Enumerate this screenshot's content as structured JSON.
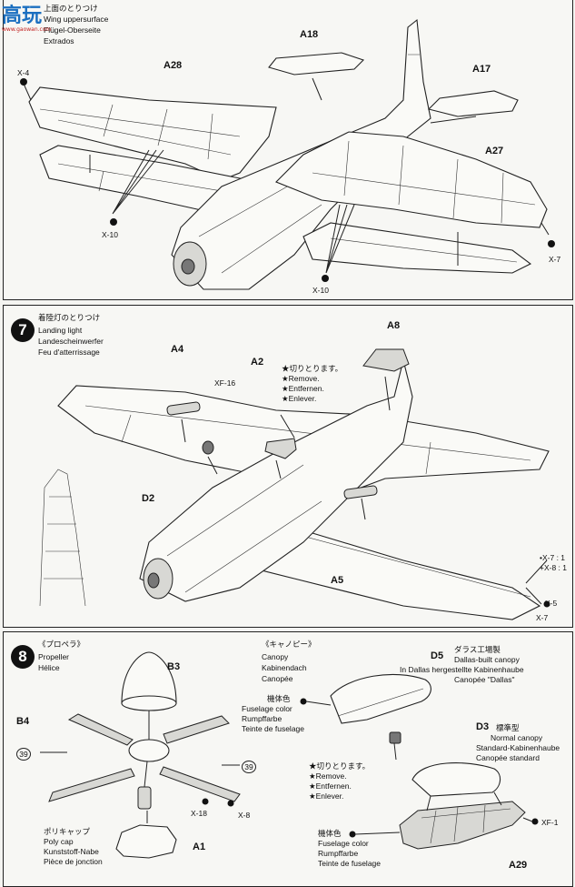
{
  "watermark": {
    "text": "高玩",
    "sub": "www.gaowan.com"
  },
  "step6": {
    "title_jp": "上面のとりつけ",
    "title_en": "Wing uppersurface",
    "title_de": "Flügel-Oberseite",
    "title_fr": "Extrados",
    "parts": {
      "a18": "A18",
      "a28": "A28",
      "a17": "A17",
      "a27": "A27"
    },
    "paints": {
      "x4": "X-4",
      "x10a": "X-10",
      "x10b": "X-10",
      "x7": "X-7"
    }
  },
  "step7": {
    "number": "7",
    "title_jp": "着陸灯のとりつけ",
    "title_en": "Landing light",
    "title_de": "Landescheinwerfer",
    "title_fr": "Feu d'atterrissage",
    "parts": {
      "a8": "A8",
      "a4": "A4",
      "a2": "A2",
      "xf16": "XF-16",
      "d2": "D2",
      "a5": "A5"
    },
    "remove": {
      "jp": "★切りとります。",
      "en": "★Remove.",
      "de": "★Entfernen.",
      "fr": "★Enlever."
    },
    "mix1": "•X-7 : 1",
    "mix2": "+X-8 : 1",
    "paints": {
      "x5": "X-5",
      "x7": "X-7"
    }
  },
  "step8": {
    "number": "8",
    "propeller": {
      "jp": "《プロペラ》",
      "en": "Propeller",
      "fr": "Hélice"
    },
    "canopy": {
      "jp": "《キャノピー》",
      "en": "Canopy",
      "de": "Kabinendach",
      "fr": "Canopée"
    },
    "parts": {
      "b3": "B3",
      "b4": "B4",
      "a1": "A1",
      "d5": "D5",
      "d3": "D3",
      "a29": "A29"
    },
    "d5_desc": {
      "jp": "ダラス工場製",
      "en": "Dallas-built canopy",
      "de": "In Dallas hergestellte Kabinenhaube",
      "fr": "Canopée \"Dallas\""
    },
    "d3_desc": {
      "jp": "標準型",
      "en": "Normal canopy",
      "de": "Standard-Kabinenhaube",
      "fr": "Canopée standard"
    },
    "fuselage_color": {
      "jp": "機体色",
      "en": "Fuselage color",
      "de": "Rumpffarbe",
      "fr": "Teinte de fuselage"
    },
    "remove": {
      "jp": "★切りとります。",
      "en": "★Remove.",
      "de": "★Entfernen.",
      "fr": "★Enlever."
    },
    "polycap": {
      "jp": "ポリキャップ",
      "en": "Poly cap",
      "de": "Kunststoff-Nabe",
      "fr": "Pièce de jonction"
    },
    "ref39a": "39",
    "ref39b": "39",
    "paints": {
      "x18": "X-18",
      "x8": "X-8",
      "xf1": "XF-1"
    }
  }
}
